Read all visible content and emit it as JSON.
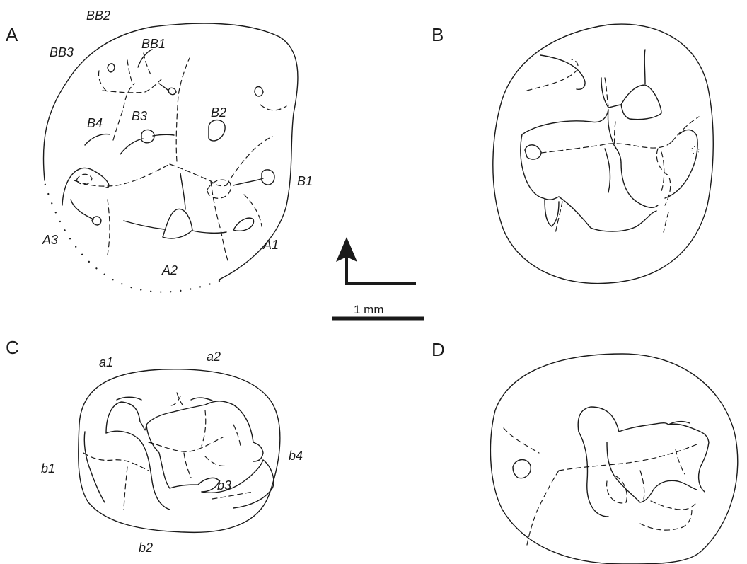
{
  "panels": {
    "A": {
      "letter": "A",
      "labels": [
        "BB2",
        "BB3",
        "BB1",
        "B2",
        "B3",
        "B4",
        "B1",
        "A3",
        "A1",
        "A2"
      ]
    },
    "B": {
      "letter": "B"
    },
    "C": {
      "letter": "C",
      "labels": [
        "a1",
        "a2",
        "b1",
        "b4",
        "b3",
        "b2"
      ]
    },
    "D": {
      "letter": "D"
    }
  },
  "scale_bar": {
    "label": "1 mm"
  },
  "icons": {
    "orientation": "up-arrow-icon"
  }
}
